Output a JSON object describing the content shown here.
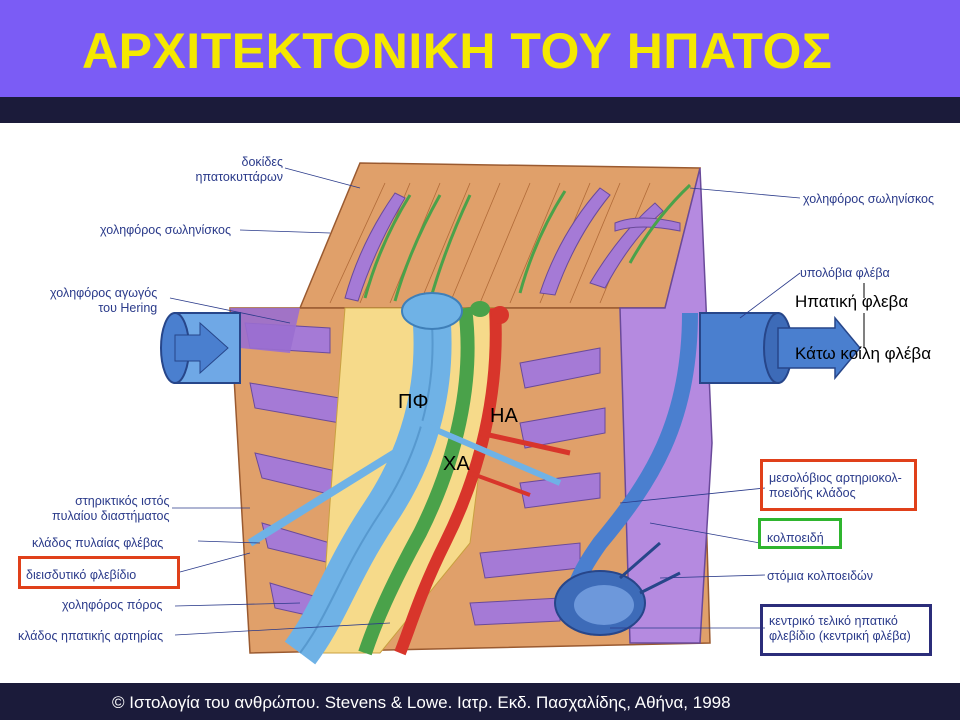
{
  "title": "ΑΡΧΙΤΕΚΤΟΝΙΚΗ ΤΟΥ ΗΠΑΤΟΣ",
  "caption": "© Ιστολογία του ανθρώπου. Stevens & Lowe. Ιατρ. Εκδ. Πασχαλίδης, Αθήνα, 1998",
  "left_labels": {
    "hepatocyte_plates": "δοκίδες\nηπατοκυττάρων",
    "bile_canaliculus": "χοληφόρος σωληνίσκος",
    "canal_of_hering": "χοληφόρος αγωγός\nτου Hering",
    "portal_connective": "στηρικτικός ιστός\nπυλαίου διαστήματος",
    "portal_vein_branch": "κλάδος πυλαίας φλέβας",
    "distributing_venule": "διεισδυτικό φλεβίδιο",
    "bile_duct": "χοληφόρος πόρος",
    "hepatic_artery_branch": "κλάδος ηπατικής αρτηρίας"
  },
  "right_labels": {
    "bile_canaliculus": "χοληφόρος σωληνίσκος",
    "sublobular_vein": "υπολόβια φλέβα",
    "hepatic_vein": "Ηπατική φλεβα",
    "inferior_vena_cava": "Κάτω κοίλη φλέβα",
    "arteriole": "μεσολόβιος αρτηριοκολ-\nποειδής κλάδος",
    "sinusoid": "κολποειδή",
    "sinusoid_openings": "στόμια κολποειδών",
    "central_vein": "κεντρικό τελικό ηπατικό\nφλεβίδιο (κεντρική φλέβα)"
  },
  "abbreviations": {
    "pf": "ΠΦ",
    "ha": "ΗΑ",
    "xa": "ΧΑ"
  },
  "colors": {
    "title_bg": "#7b5cf5",
    "title_text": "#f5e800",
    "band": "#1b1b3a",
    "box_red": "#e0401a",
    "box_green": "#2fb52f",
    "box_navy": "#2b2d7a",
    "hepatocyte": "#e0a06a",
    "sinusoid": "#a57ad6",
    "portal_vein": "#6fb2e6",
    "artery": "#d8352b",
    "bile": "#4aa24a",
    "vein": "#4a7fcf"
  }
}
